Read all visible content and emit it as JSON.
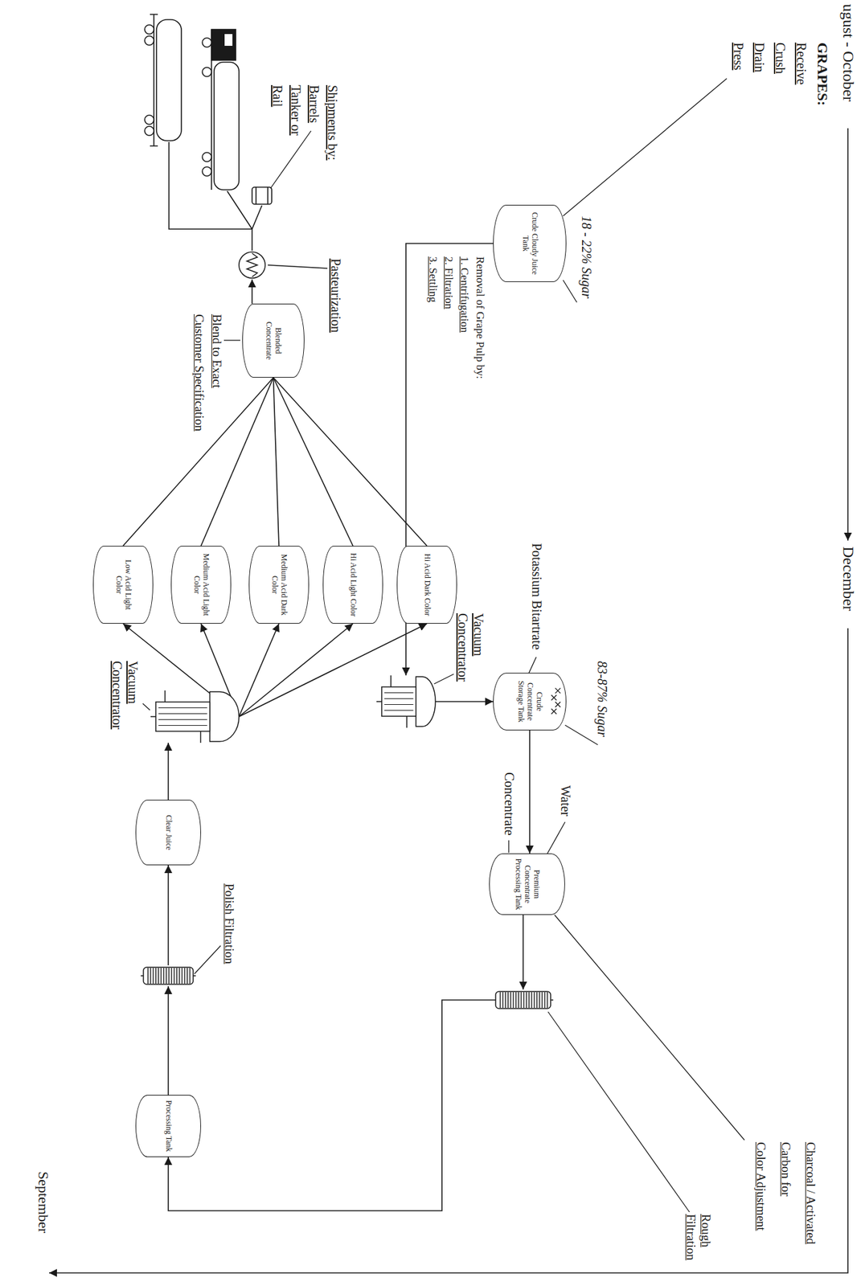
{
  "diagram": {
    "nodes": [
      {
        "text": [
          "Crude Cloudy Juice Tank"
        ]
      },
      {
        "text": [
          "Vacuum Concentrator"
        ]
      },
      {
        "text": [
          "Crude Concentrate Storage Tank"
        ]
      },
      {
        "text": [
          "Premium Concentrate Processing Tank"
        ]
      },
      {
        "text": [
          "Rough Filtration"
        ]
      },
      {
        "text": [
          "Processing Tank"
        ]
      },
      {
        "text": [
          "Polish Filtration"
        ]
      },
      {
        "text": [
          "Clear Juice"
        ]
      },
      {
        "text": [
          "Vacuum Concentrator"
        ]
      },
      {
        "text": [
          "Hi Acid Dark Color"
        ]
      },
      {
        "text": [
          "Hi Acid Light Color"
        ]
      },
      {
        "text": [
          "Medium Acid Dark Color"
        ]
      },
      {
        "text": [
          "Medium Acid Light Color"
        ]
      },
      {
        "text": [
          "Low Acid Light Color"
        ]
      },
      {
        "text": [
          "Blended Concentrate"
        ]
      },
      {
        "text": [
          "Pasteurization"
        ]
      }
    ],
    "edges": [
      {
        "from": 0,
        "to": 1,
        "arrow": "to"
      },
      {
        "from": 1,
        "to": 2,
        "arrow": "to"
      },
      {
        "from": 2,
        "to": 3,
        "arrow": "to"
      },
      {
        "from": 3,
        "to": 4,
        "arrow": "to"
      },
      {
        "from": 4,
        "to": 5,
        "arrow": "to"
      },
      {
        "from": 5,
        "to": 6,
        "arrow": "to"
      },
      {
        "from": 6,
        "to": 7,
        "arrow": "to"
      },
      {
        "from": 7,
        "to": 8,
        "arrow": "to"
      },
      {
        "from": 8,
        "to": 9,
        "arrow": "to"
      },
      {
        "from": 8,
        "to": 10,
        "arrow": "to"
      },
      {
        "from": 8,
        "to": 11,
        "arrow": "to"
      },
      {
        "from": 8,
        "to": 12,
        "arrow": "to"
      },
      {
        "from": 8,
        "to": 13,
        "arrow": "to"
      },
      {
        "from": 9,
        "to": 14,
        "arrow": "none"
      },
      {
        "from": 10,
        "to": 14,
        "arrow": "none"
      },
      {
        "from": 11,
        "to": 14,
        "arrow": "none"
      },
      {
        "from": 12,
        "to": 14,
        "arrow": "none"
      },
      {
        "from": 13,
        "to": 14,
        "arrow": "none"
      },
      {
        "from": 14,
        "to": 15,
        "arrow": "to"
      }
    ],
    "labels": [
      "ugust - October",
      "December",
      "September",
      "GRAPES:",
      "Receive",
      "Crush",
      "Drain",
      "Press",
      "18 - 22% Sugar",
      "Removal of Grape Pulp by:",
      "1. Centrifugation",
      "2. Filtration",
      "3. Settling",
      "83-87% Sugar",
      "Potassium Bitartrate",
      "Water",
      "Concentrate",
      "Charcoal / Activated",
      "Carbon for",
      "Color Adjustment",
      "Blend to Exact",
      "Customer Specification",
      "Shipments by:",
      "Barrels",
      "Tanker or",
      "Rail"
    ]
  }
}
